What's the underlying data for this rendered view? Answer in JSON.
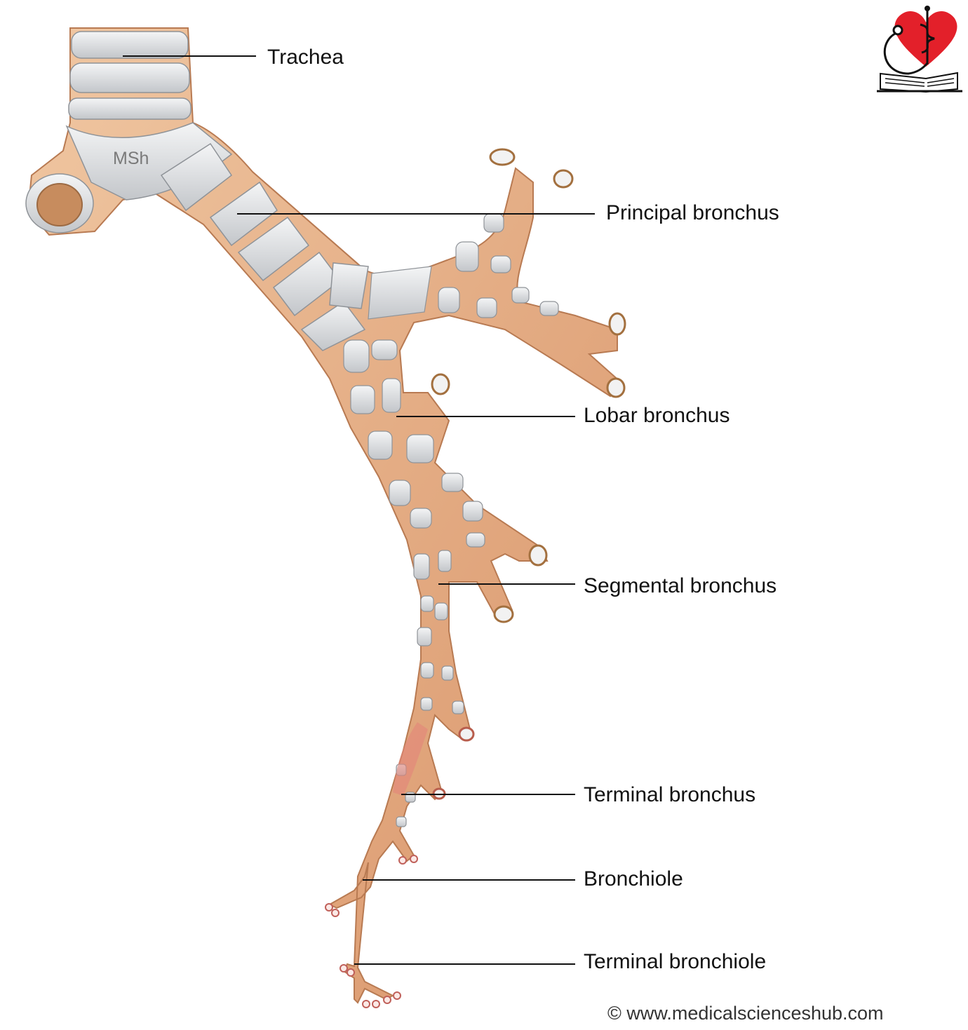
{
  "labels": {
    "trachea": "Trachea",
    "principal": "Principal bronchus",
    "lobar": "Lobar bronchus",
    "segmental": "Segmental bronchus",
    "terminal_bronchus": "Terminal bronchus",
    "bronchiole": "Bronchiole",
    "terminal_bronchiole": "Terminal bronchiole"
  },
  "watermark": "MSh",
  "copyright": "© www.medicalscienceshub.com",
  "colors": {
    "cartilage": "#d8dadd",
    "airway_wall": "#e8b48c",
    "airway_dark": "#c98a5e",
    "distal_airway": "#e89a86",
    "logo_heart": "#e3202a"
  }
}
